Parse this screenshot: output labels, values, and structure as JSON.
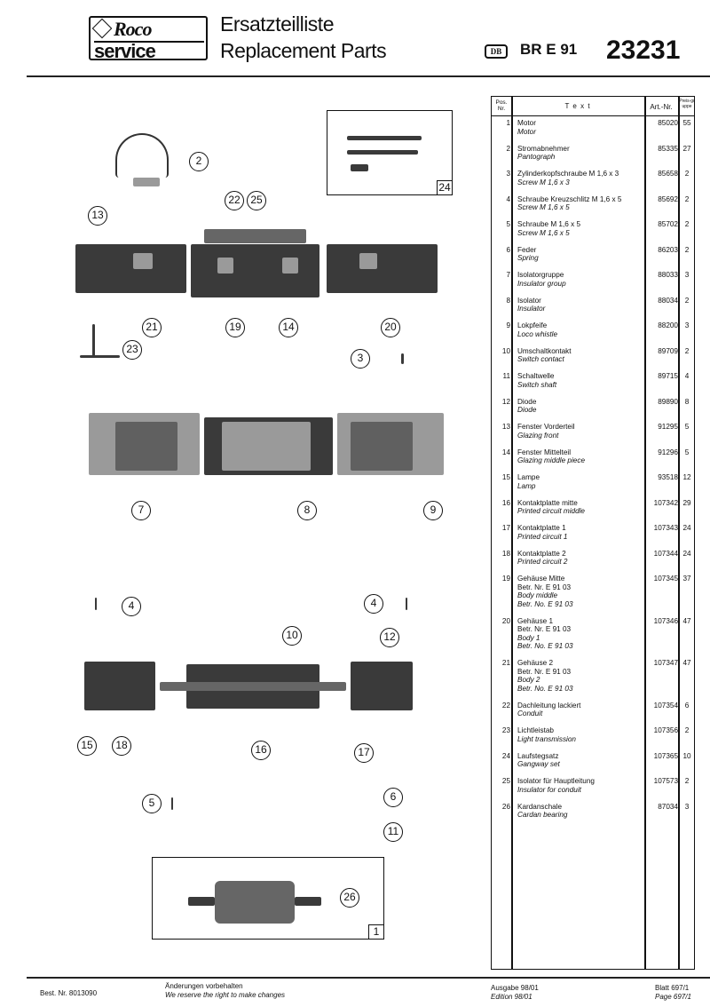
{
  "header": {
    "logo_top": "Roco",
    "logo_bottom": "service",
    "title_de": "Ersatzteilliste",
    "title_en": "Replacement Parts",
    "railway": "DB",
    "model": "BR E 91",
    "article_number": "23231"
  },
  "table": {
    "headers": {
      "pos": "Pos. Nr.",
      "text": "T e x t",
      "art": "Art.-Nr.",
      "price": "Preis-gruppe"
    },
    "rows": [
      {
        "pos": "1",
        "de": [
          "Motor"
        ],
        "en": [
          "Motor"
        ],
        "art": "85020",
        "pg": "55"
      },
      {
        "pos": "2",
        "de": [
          "Stromabnehmer"
        ],
        "en": [
          "Pantograph"
        ],
        "art": "85335",
        "pg": "27"
      },
      {
        "pos": "3",
        "de": [
          "Zylinderkopfschraube M 1,6 x 3"
        ],
        "en": [
          "Screw M 1,6 x 3"
        ],
        "art": "85658",
        "pg": "2"
      },
      {
        "pos": "4",
        "de": [
          "Schraube Kreuzschlitz M 1,6 x 5"
        ],
        "en": [
          "Screw M 1,6 x 5"
        ],
        "art": "85692",
        "pg": "2"
      },
      {
        "pos": "5",
        "de": [
          "Schraube M 1,6 x 5"
        ],
        "en": [
          "Screw M 1,6 x 5"
        ],
        "art": "85702",
        "pg": "2"
      },
      {
        "pos": "6",
        "de": [
          "Feder"
        ],
        "en": [
          "Spring"
        ],
        "art": "86203",
        "pg": "2"
      },
      {
        "pos": "7",
        "de": [
          "Isolatorgruppe"
        ],
        "en": [
          "Insulator group"
        ],
        "art": "88033",
        "pg": "3"
      },
      {
        "pos": "8",
        "de": [
          "Isolator"
        ],
        "en": [
          "Insulator"
        ],
        "art": "88034",
        "pg": "2"
      },
      {
        "pos": "9",
        "de": [
          "Lokpfeife"
        ],
        "en": [
          "Loco whistle"
        ],
        "art": "88200",
        "pg": "3"
      },
      {
        "pos": "10",
        "de": [
          "Umschaltkontakt"
        ],
        "en": [
          "Switch contact"
        ],
        "art": "89709",
        "pg": "2"
      },
      {
        "pos": "11",
        "de": [
          "Schaltwelle"
        ],
        "en": [
          "Switch shaft"
        ],
        "art": "89715",
        "pg": "4"
      },
      {
        "pos": "12",
        "de": [
          "Diode"
        ],
        "en": [
          "Diode"
        ],
        "art": "89890",
        "pg": "8"
      },
      {
        "pos": "13",
        "de": [
          "Fenster Vorderteil"
        ],
        "en": [
          "Glazing front"
        ],
        "art": "91295",
        "pg": "5"
      },
      {
        "pos": "14",
        "de": [
          "Fenster Mittelteil"
        ],
        "en": [
          "Glazing middle piece"
        ],
        "art": "91296",
        "pg": "5"
      },
      {
        "pos": "15",
        "de": [
          "Lampe"
        ],
        "en": [
          "Lamp"
        ],
        "art": "93518",
        "pg": "12"
      },
      {
        "pos": "16",
        "de": [
          "Kontaktplatte mitte"
        ],
        "en": [
          "Printed circuit middle"
        ],
        "art": "107342",
        "pg": "29"
      },
      {
        "pos": "17",
        "de": [
          "Kontaktplatte 1"
        ],
        "en": [
          "Printed circuit 1"
        ],
        "art": "107343",
        "pg": "24"
      },
      {
        "pos": "18",
        "de": [
          "Kontaktplatte 2"
        ],
        "en": [
          "Printed circuit 2"
        ],
        "art": "107344",
        "pg": "24"
      },
      {
        "pos": "19",
        "de": [
          "Gehäuse Mitte",
          "Betr. Nr. E 91 03"
        ],
        "en": [
          "Body middle",
          "Betr. No. E 91 03"
        ],
        "art": "107345",
        "pg": "37"
      },
      {
        "pos": "20",
        "de": [
          "Gehäuse 1",
          "Betr. Nr. E 91 03"
        ],
        "en": [
          "Body  1",
          "Betr. No. E 91 03"
        ],
        "art": "107346",
        "pg": "47"
      },
      {
        "pos": "21",
        "de": [
          "Gehäuse 2",
          "Betr. Nr. E 91 03"
        ],
        "en": [
          "Body 2",
          "Betr. No. E 91 03"
        ],
        "art": "107347",
        "pg": "47"
      },
      {
        "pos": "22",
        "de": [
          "Dachleitung lackiert"
        ],
        "en": [
          "Conduit"
        ],
        "art": "107354",
        "pg": "6"
      },
      {
        "pos": "23",
        "de": [
          "Lichtleistab"
        ],
        "en": [
          "Light transmission"
        ],
        "art": "107356",
        "pg": "2"
      },
      {
        "pos": "24",
        "de": [
          "Laufstegsatz"
        ],
        "en": [
          "Gangway set"
        ],
        "art": "107365",
        "pg": "10"
      },
      {
        "pos": "25",
        "de": [
          "Isolator für Hauptleitung"
        ],
        "en": [
          "Insulator for conduit"
        ],
        "art": "107573",
        "pg": "2"
      },
      {
        "pos": "26",
        "de": [
          "Kardanschale"
        ],
        "en": [
          "Cardan bearing"
        ],
        "art": "87034",
        "pg": "3"
      }
    ]
  },
  "diagram": {
    "callouts": [
      "2",
      "22",
      "25",
      "13",
      "21",
      "19",
      "14",
      "20",
      "23",
      "3",
      "7",
      "8",
      "9",
      "4",
      "4",
      "10",
      "12",
      "15",
      "18",
      "16",
      "17",
      "5",
      "6",
      "11",
      "26"
    ],
    "box_labels": [
      "24",
      "1"
    ]
  },
  "footer": {
    "order_no": "Best. Nr. 8013090",
    "changes_de": "Änderungen vorbehalten",
    "changes_en": "We reserve the right to make changes",
    "edition_de": "Ausgabe 98/01",
    "edition_en": "Edition 98/01",
    "sheet_de": "Blatt 697/1",
    "sheet_en": "Page 697/1"
  }
}
